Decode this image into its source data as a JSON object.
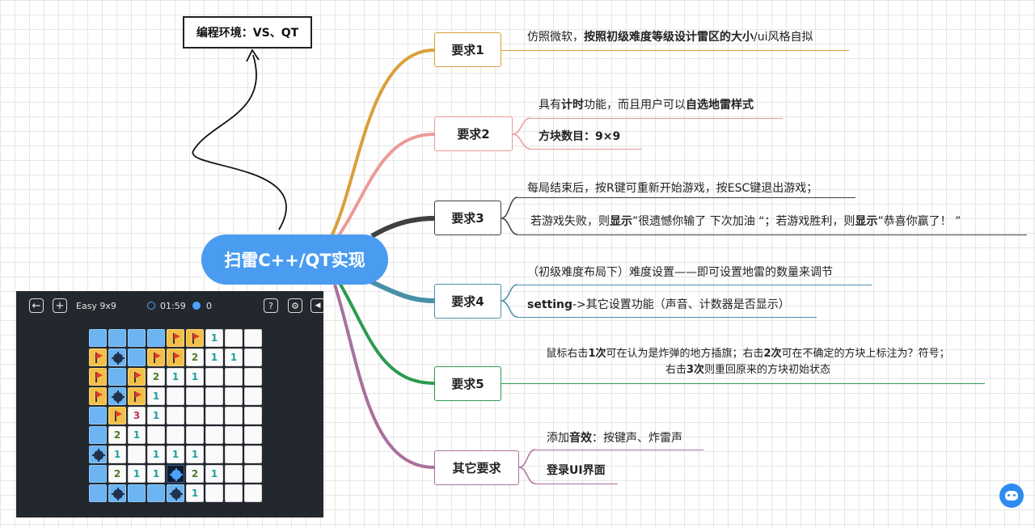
{
  "root": {
    "label": "扫雷C++/QT实现",
    "color": "#4a9cf0"
  },
  "env_note": {
    "label": "编程环境：VS、QT"
  },
  "branches": [
    {
      "id": "req1",
      "label": "要求1",
      "color": "#d9a03a",
      "lines": [
        {
          "html": "仿照微软，<b>按照初级难度等级设计雷区的大小</b>/ui风格自拟"
        }
      ]
    },
    {
      "id": "req2",
      "label": "要求2",
      "color": "#ec9a98",
      "lines": [
        {
          "html": "具有<b>计时</b>功能，而且用户可以<b>自选地雷样式</b>"
        },
        {
          "html": "<b>方块数目：9×9</b>"
        }
      ]
    },
    {
      "id": "req3",
      "label": "要求3",
      "color": "#404040",
      "lines": [
        {
          "html": "每局结束后，按R键可重新开始游戏，按ESC键退出游戏；"
        },
        {
          "html": "若游戏失败，则<b>显示</b>”很遗憾你输了 下次加油 “；若游戏胜利，则<b>显示</b>”恭喜你赢了！ ”"
        }
      ]
    },
    {
      "id": "req4",
      "label": "要求4",
      "color": "#4a8fa8",
      "lines": [
        {
          "html": "（初级难度布局下）难度设置——即可设置地雷的数量来调节"
        },
        {
          "html": "<b>setting</b>-&gt;其它设置功能（声音、计数器是否显示）"
        }
      ]
    },
    {
      "id": "req5",
      "label": "要求5",
      "color": "#2d9a4e",
      "lines": [
        {
          "html": "鼠标右击<b>1次</b>可在认为是炸弹的地方插旗；右击<b>2次</b>可在不确定的方块上标注为？符号；<br>右击<b>3次</b>则重回原来的方块初始状态"
        }
      ]
    },
    {
      "id": "other",
      "label": "其它要求",
      "color": "#a9709e",
      "lines": [
        {
          "html": "添加<b>音效</b>：按键声、炸雷声"
        },
        {
          "html": "<b>登录UI界面</b>"
        }
      ]
    }
  ],
  "game": {
    "difficulty": "Easy 9x9",
    "timer": "01:59",
    "mine_count": "0",
    "board": [
      [
        "B",
        "B",
        "B",
        "B",
        "F",
        "F",
        "1",
        "W",
        "W"
      ],
      [
        "F",
        "M",
        "B",
        "F",
        "F",
        "2",
        "1",
        "1",
        "W"
      ],
      [
        "F",
        "B",
        "F",
        "2",
        "1",
        "1",
        "W",
        "W",
        "W"
      ],
      [
        "F",
        "M",
        "F",
        "1",
        "W",
        "W",
        "W",
        "W",
        "W"
      ],
      [
        "B",
        "F",
        "3",
        "1",
        "W",
        "W",
        "W",
        "W",
        "W"
      ],
      [
        "B",
        "2",
        "1",
        "W",
        "W",
        "W",
        "W",
        "W",
        "W"
      ],
      [
        "M",
        "1",
        "W",
        "1",
        "1",
        "1",
        "W",
        "W",
        "W"
      ],
      [
        "B",
        "2",
        "1",
        "1",
        "X",
        "2",
        "1",
        "W",
        "W"
      ],
      [
        "B",
        "M",
        "B",
        "B",
        "M",
        "1",
        "W",
        "W",
        "W"
      ]
    ],
    "number_colors": {
      "1": "#1f9ea0",
      "2": "#4a7a2a",
      "3": "#c0304a"
    }
  }
}
